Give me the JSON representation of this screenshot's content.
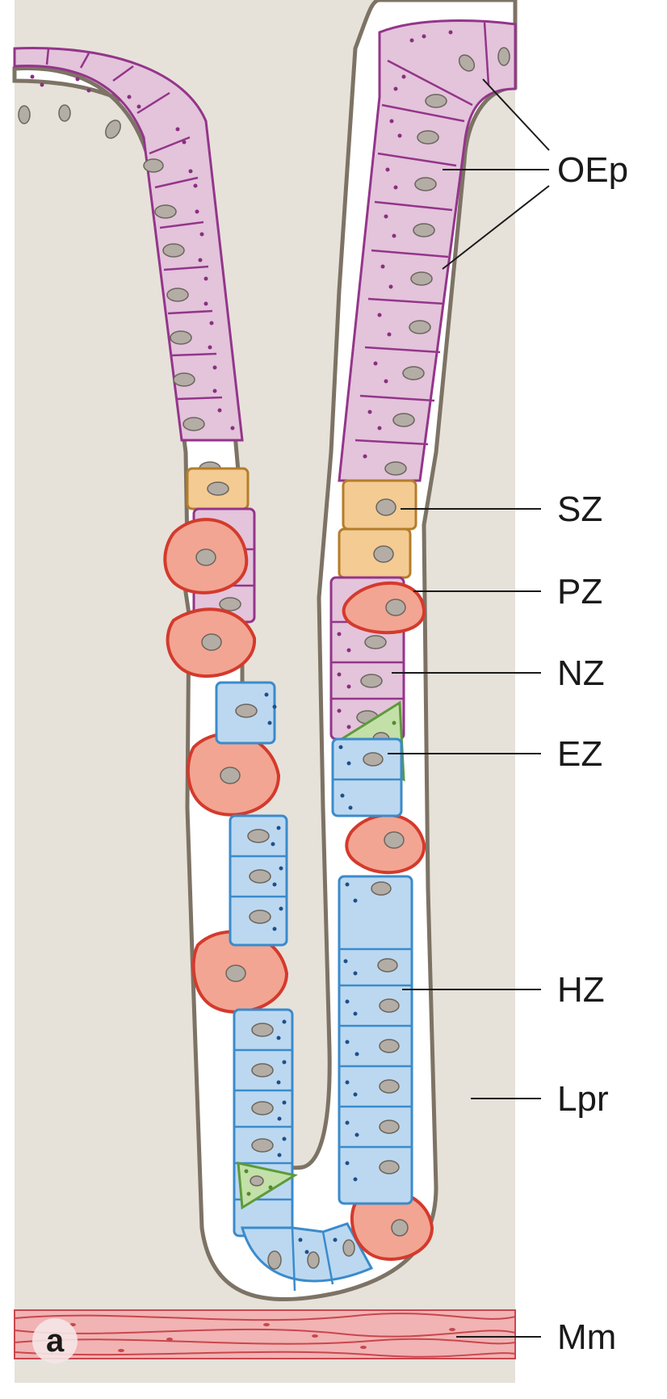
{
  "panel_letter": "a",
  "labels": {
    "oep": "OEp",
    "sz": "SZ",
    "pz": "PZ",
    "nz": "NZ",
    "ez": "EZ",
    "hz": "HZ",
    "lpr": "Lpr",
    "mm": "Mm"
  },
  "colors": {
    "lamina_propria": "#e6e2da",
    "basement_membrane": "#7d7365",
    "olfactory_cell_fill": "#e3c4db",
    "olfactory_cell_stroke": "#94358a",
    "olfactory_dots": "#8a2f7e",
    "sustentacular_fill": "#f3cb93",
    "sustentacular_stroke": "#b57d2a",
    "parietal_fill": "#f2a592",
    "parietal_stroke": "#d43a2c",
    "enteroendocrine_fill": "#c3e0a8",
    "enteroendocrine_stroke": "#5d9a3a",
    "enteroendocrine_dots": "#4f8c2d",
    "chief_fill": "#bcd8f0",
    "chief_stroke": "#3a8bcc",
    "chief_dots": "#1f4f8a",
    "nucleus_fill": "#b3ada5",
    "nucleus_stroke": "#6b655d",
    "muscle_fill": "#f1b3b3",
    "muscle_stroke": "#c9464e",
    "leader_line": "#1a1a1a"
  }
}
